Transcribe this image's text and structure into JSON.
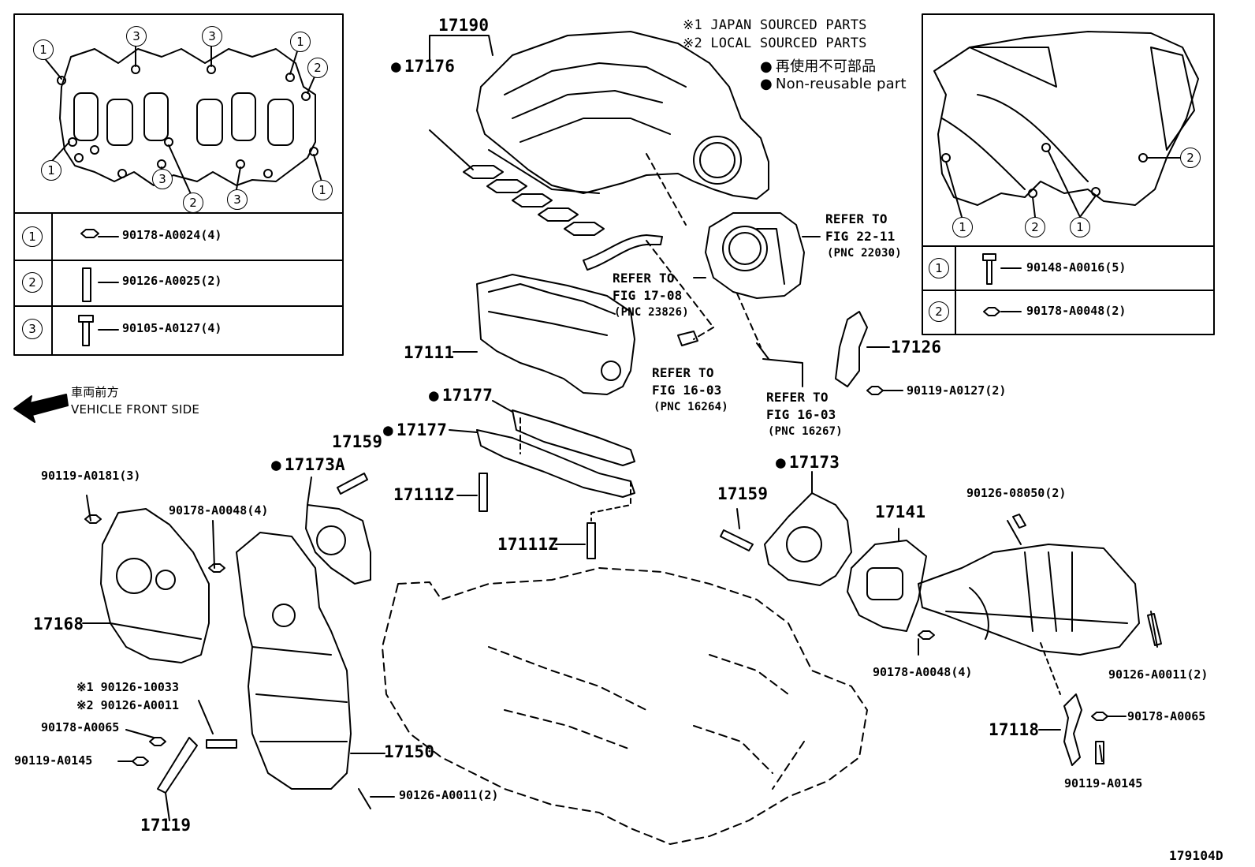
{
  "legend": {
    "japan": "※1 JAPAN SOURCED PARTS",
    "local": "※2 LOCAL SOURCED PARTS",
    "nonreusable_jp": "再使用不可部品",
    "nonreusable_en": "Non-reusable part"
  },
  "front": {
    "jp": "車両前方",
    "en": "VEHICLE FRONT SIDE"
  },
  "left_table": [
    {
      "num": "1",
      "part": "90178-A0024(4)"
    },
    {
      "num": "2",
      "part": "90126-A0025(2)"
    },
    {
      "num": "3",
      "part": "90105-A0127(4)"
    }
  ],
  "right_table": [
    {
      "num": "1",
      "part": "90148-A0016(5)"
    },
    {
      "num": "2",
      "part": "90178-A0048(2)"
    }
  ],
  "callouts": {
    "c1": "1",
    "c2": "2",
    "c3": "3"
  },
  "labels": {
    "p17190": "17190",
    "p17176": "17176",
    "p17111": "17111",
    "p17177a": "17177",
    "p17177b": "17177",
    "p17159a": "17159",
    "p17173a": "17173A",
    "p17111za": "17111Z",
    "p17111zb": "17111Z",
    "p17159b": "17159",
    "p17173": "17173",
    "p17141": "17141",
    "p17126": "17126",
    "p17168": "17168",
    "p17150": "17150",
    "p17119": "17119",
    "p17118": "17118",
    "diagram_id": "179104D"
  },
  "refers": {
    "r1": {
      "line1": "REFER TO",
      "line2": "FIG 22-11",
      "pnc": "(PNC 22030)"
    },
    "r2": {
      "line1": "REFER TO",
      "line2": "FIG 17-08",
      "pnc": "(PNC 23826)"
    },
    "r3": {
      "line1": "REFER TO",
      "line2": "FIG 16-03",
      "pnc": "(PNC 16264)"
    },
    "r4": {
      "line1": "REFER TO",
      "line2": "FIG 16-03",
      "pnc": "(PNC 16267)"
    }
  },
  "fasteners": {
    "f_90119_A0181": "90119-A0181(3)",
    "f_90178_A0048_4a": "90178-A0048(4)",
    "f_90119_A0127": "90119-A0127(2)",
    "f_90126_08050": "90126-08050(2)",
    "f_90178_A0048_4b": "90178-A0048(4)",
    "f_90126_A0011_r": "90126-A0011(2)",
    "f_90178_A0065_r": "90178-A0065",
    "f_90119_A0145_r": "90119-A0145",
    "f_90126_10033": "※1 90126-10033",
    "f_90126_A0011_2": "※2 90126-A0011",
    "f_90178_A0065_l": "90178-A0065",
    "f_90119_A0145_l": "90119-A0145",
    "f_90126_A0011_l": "90126-A0011(2)"
  }
}
